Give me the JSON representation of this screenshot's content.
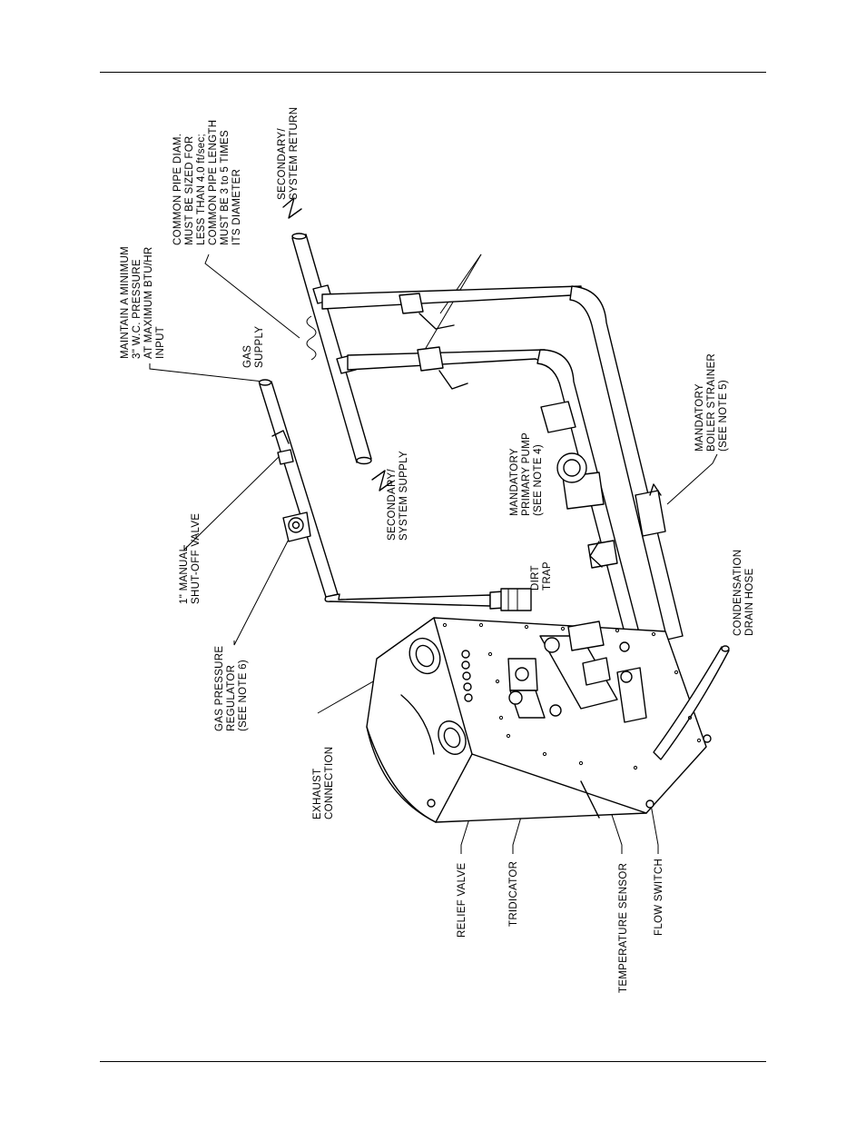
{
  "labels": {
    "common_pipe_note": [
      "COMMON PIPE DIAM.",
      "MUST BE SIZED FOR",
      "LESS THAN 4.0 ft/sec;",
      "COMMON PIPE LENGTH",
      "MUST BE 3 to 5 TIMES",
      "ITS DIAMETER"
    ],
    "secondary_return": [
      "SECONDARY/",
      "SYSTEM RETURN"
    ],
    "gas_pressure_note": [
      "MAINTAIN A MINIMUM",
      "3\" W.C. PRESSURE",
      "AT MAXIMUM BTU/HR",
      "INPUT"
    ],
    "gas_supply": [
      "GAS",
      "SUPPLY"
    ],
    "boiler_strainer": [
      "MANDATORY",
      "BOILER STRAINER",
      "(SEE NOTE 5)"
    ],
    "primary_pump": [
      "MANDATORY",
      "PRIMARY PUMP",
      "(SEE NOTE 4)"
    ],
    "secondary_supply": [
      "SECONDARY/",
      "SYSTEM SUPPLY"
    ],
    "manual_valve": [
      "1\" MANUAL",
      "SHUT-OFF VALVE"
    ],
    "gas_regulator": [
      "GAS PRESSURE",
      "REGULATOR",
      "(SEE NOTE 6)"
    ],
    "dirt_trap": [
      "DIRT",
      "TRAP"
    ],
    "condensation_hose": [
      "CONDENSATION",
      "DRAIN HOSE"
    ],
    "exhaust": [
      "EXHAUST",
      "CONNECTION"
    ],
    "relief_valve": "RELIEF VALVE",
    "tridicator": "TRIDICATOR",
    "temperature_sensor": "TEMPERATURE SENSOR",
    "flow_switch": "FLOW SWITCH"
  }
}
